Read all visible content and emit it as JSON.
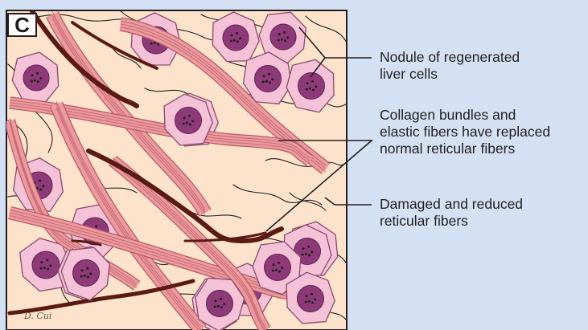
{
  "panel": {
    "letter": "C"
  },
  "labels": [
    {
      "lines": [
        "Nodule of regenerated",
        "liver cells"
      ]
    },
    {
      "lines": [
        "Collagen bundles and",
        "elastic fibers have replaced",
        "normal reticular fibers"
      ]
    },
    {
      "lines": [
        "Damaged and reduced",
        "reticular fibers"
      ]
    }
  ],
  "signature": "D. Cui",
  "colors": {
    "background": "#d4e0f3",
    "tissue": "#fde3cb",
    "cell_fill": "#f5c2d8",
    "cell_outline": "#8a4a6a",
    "nucleus": "#8e3a78",
    "collagen": "#ec9a9f",
    "elastic_fiber": "#5a1a14",
    "reticular_fiber": "#231f20",
    "leader_line": "#231f20"
  }
}
